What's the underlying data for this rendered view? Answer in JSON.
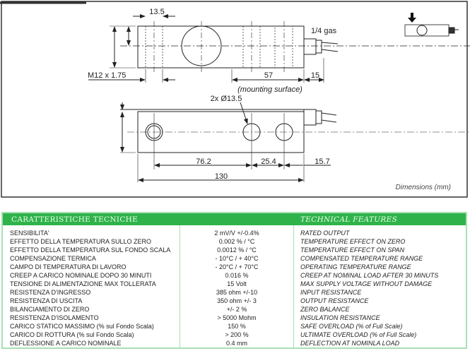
{
  "drawing": {
    "dim_13_5": "13.5",
    "thread": "M12 x 1.75",
    "connector": "1/4 gas",
    "dim_57": "57",
    "dim_15": "15",
    "mounting_surface": "(mounting surface)",
    "holes": "2x Ø13.5",
    "dim_76_2": "76.2",
    "dim_25_4": "25.4",
    "dim_15_7": "15.7",
    "dim_130": "130",
    "units_note": "Dimensions (mm)"
  },
  "table": {
    "header_it": "CARATTERISTICHE TECNICHE",
    "header_en": "TECHNICAL FEATURES",
    "rows": [
      {
        "it": "SENSIBILITA'",
        "value": "2 mV/V  +/-0.4%",
        "en": "RATED OUTPUT"
      },
      {
        "it": "EFFETTO DELLA TEMPERATURA SULLO ZERO",
        "value": "0.002 % / °C",
        "en": "TEMPERATURE EFFECT ON ZERO"
      },
      {
        "it": "EFFETTO DELLA TEMPERATURA SUL FONDO SCALA",
        "value": "0.0012 % / °C",
        "en": "TEMPERATURE EFFECT ON SPAN"
      },
      {
        "it": "COMPENSAZIONE TERMICA",
        "value": "- 10°C / + 40°C",
        "en": "COMPENSATED TEMPERATURE RANGE"
      },
      {
        "it": "CAMPO DI TEMPERATURA DI LAVORO",
        "value": "- 20°C / + 70°C",
        "en": "OPERATING TEMPERATURE RANGE"
      },
      {
        "it": "CREEP A CARICO NOMINALE DOPO 30 MINUTI",
        "value": "0.016 %",
        "en": "CREEP AT NOMINAL LOAD AFTER 30 MINUTS"
      },
      {
        "it": "TENSIONE DI ALIMENTAZIONE MAX TOLLERATA",
        "value": "15 Volt",
        "en": "MAX SUPPLY VOLTAGE WITHOUT DAMAGE"
      },
      {
        "it": "RESISTENZA D'INGRESSO",
        "value": "385 ohm +/-10",
        "en": "INPUT RESISTANCE"
      },
      {
        "it": "RESISTENZA DI USCITA",
        "value": "350 ohm +/- 3",
        "en": "OUTPUT RESISTANCE"
      },
      {
        "it": "BILANCIAMENTO DI ZERO",
        "value": "+/- 2 %",
        "en": "ZERO BALANCE"
      },
      {
        "it": "RESISTENZA D'ISOLAMENTO",
        "value": "> 5000 Mohm",
        "en": "INSULATION RESISTANCE"
      },
      {
        "it": "CARICO STATICO MASSIMO (% sul Fondo Scala)",
        "value": "150 %",
        "en": "SAFE OVERLOAD (% of  Full Scale)"
      },
      {
        "it": "CARICO DI ROTTURA (% sul Fondo Scala)",
        "value": "> 200 %",
        "en": "ULTIMATE OVERLOAD (% of  Full Scale)"
      },
      {
        "it": "DEFLESSIONE A CARICO NOMINALE",
        "value": "0.4 mm",
        "en": "DEFLECTION AT NOMINLA LOAD"
      }
    ]
  }
}
